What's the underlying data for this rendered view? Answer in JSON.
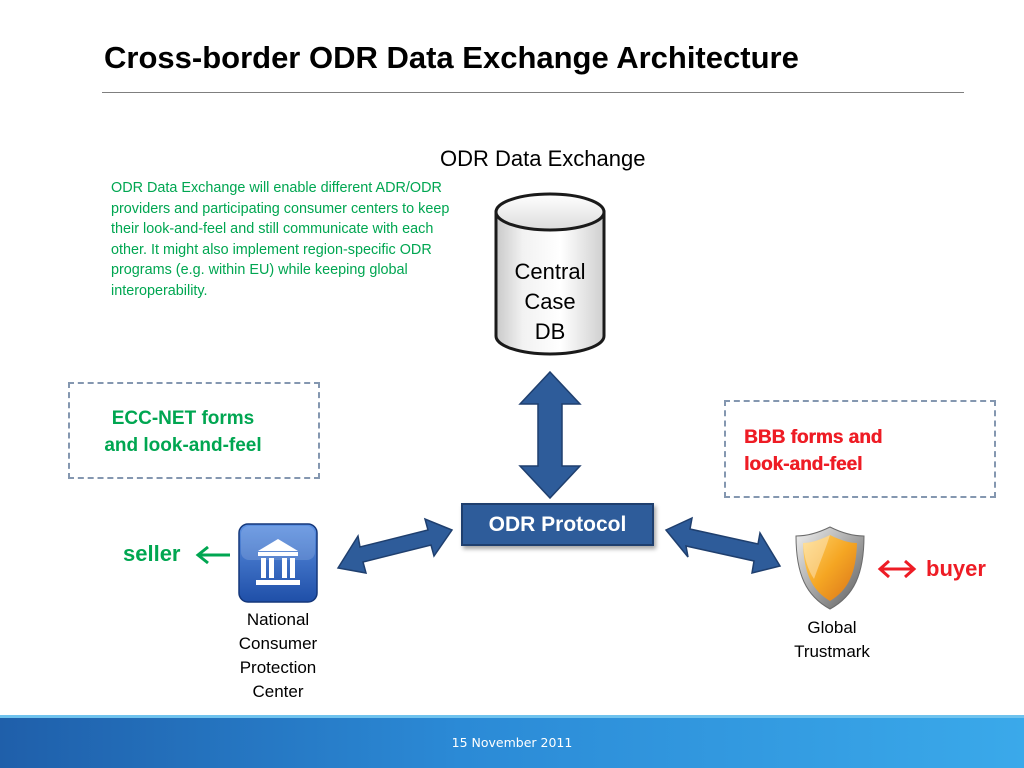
{
  "slide": {
    "title": "Cross-border ODR Data Exchange Architecture",
    "footer_date": "15 November 2011"
  },
  "odr_data_exchange": {
    "heading": "ODR Data Exchange",
    "description": "ODR Data Exchange will enable different ADR/ODR providers and participating consumer centers to keep their look-and-feel and still communicate with each other. It might also implement region-specific ODR programs (e.g. within EU) while keeping global interoperability.",
    "database_lines": [
      "Central",
      "Case",
      "DB"
    ]
  },
  "ecc_net": {
    "label_lines": [
      "ECC-NET forms",
      "and look-and-feel"
    ]
  },
  "bbb": {
    "label_lines": [
      "BBB forms and",
      "look-and-feel"
    ]
  },
  "protocol": {
    "label": "ODR Protocol"
  },
  "national_center": {
    "label_lines": [
      "National",
      "Consumer",
      "Protection",
      "Center"
    ],
    "icon": "institution-building-icon"
  },
  "global_trustmark": {
    "label_lines": [
      "Global",
      "Trustmark"
    ],
    "icon": "shield-icon"
  },
  "seller": {
    "label": "seller"
  },
  "buyer": {
    "label": "buyer"
  },
  "colors": {
    "green_text": "#00a651",
    "red_text": "#ee1c25",
    "arrow_fill": "#2e5c9a",
    "dashed_border": "#8497b0",
    "footer_blue": "#2b8ad6"
  }
}
